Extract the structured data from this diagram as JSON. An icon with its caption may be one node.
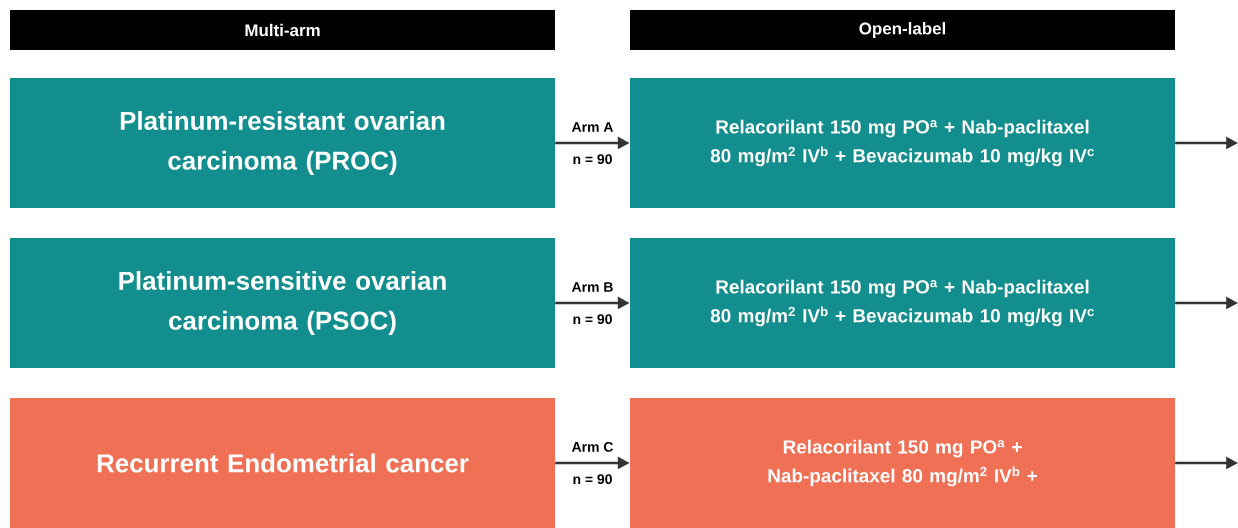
{
  "diagram": {
    "nodes": [
      {
        "text": [
          "Multi-arm"
        ]
      },
      {
        "text": [
          "Open-label"
        ]
      },
      {
        "text": [
          "Platinum-resistant ovarian carcinoma (PROC)"
        ]
      },
      {
        "text": [
          "Relacorilant 150 mg PO$^{a}$ + Nab-paclitaxel 80 mg/m$^{2}$ IV$^{b}$ + Bevacizumab 10 mg/kg IV$^{c}$"
        ]
      },
      {
        "text": [
          "Platinum-sensitive ovarian carcinoma (PSOC)"
        ]
      },
      {
        "text": [
          "Relacorilant 150 mg PO$^{a}$ + Nab-paclitaxel 80 mg/m$^{2}$ IV$^{b}$ + Bevacizumab 10 mg/kg IV$^{c}$"
        ]
      },
      {
        "text": [
          "Recurrent Endometrial cancer"
        ]
      },
      {
        "text": [
          "Relacorilant 150 mg PO$^{a}$ + Nab-paclitaxel 80 mg/m$^{2}$ IV$^{b}$ +"
        ]
      }
    ],
    "edges": [
      {
        "from": 2,
        "to": 3,
        "arrow": "to",
        "label": "Arm A"
      },
      {
        "from": 3,
        "to": null,
        "arrow": "to"
      },
      {
        "from": 4,
        "to": 5,
        "arrow": "to",
        "label": "Arm B"
      },
      {
        "from": 5,
        "to": null,
        "arrow": "to"
      },
      {
        "from": 6,
        "to": 7,
        "arrow": "to",
        "label": "Arm C"
      },
      {
        "from": 7,
        "to": null,
        "arrow": "to"
      }
    ],
    "labels": [
      "n = 90",
      "n = 90",
      "n = 90"
    ]
  }
}
